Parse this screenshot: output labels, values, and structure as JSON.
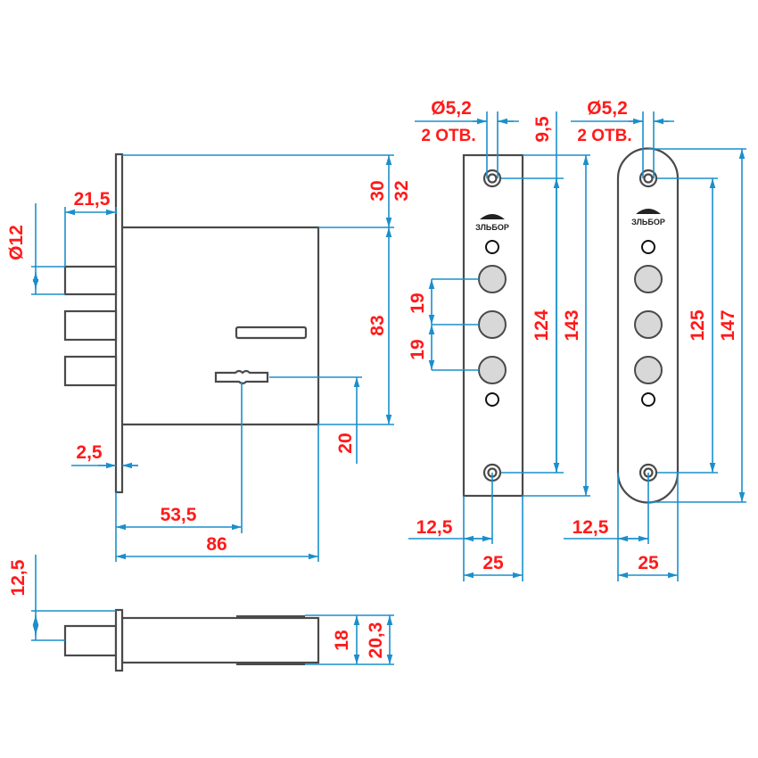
{
  "drawing": {
    "colors": {
      "outline": "#4a4a4a",
      "dimension_line": "#1b8fcc",
      "dimension_text": "#ff1a1a"
    },
    "lock_front": {
      "dim_bolt_diameter": "Ø12",
      "dim_bolt_projection": "21,5",
      "dim_top_30": "30",
      "dim_top_32": "32",
      "dim_body_83": "83",
      "dim_keyhole_20": "20",
      "dim_faceplate_thickness": "2,5",
      "dim_backset": "53,5",
      "dim_depth": "86"
    },
    "lock_side": {
      "dim_bolt_offset": "12,5",
      "dim_body_18": "18",
      "dim_body_20_3": "20,3"
    },
    "strike_plate_flat": {
      "hole_diameter": "Ø5,2",
      "hole_count": "2 ОТВ.",
      "dim_hole_offset": "9,5",
      "dim_bolt_spacing_1": "19",
      "dim_bolt_spacing_2": "19",
      "dim_hole_spacing": "124",
      "dim_length": "143",
      "dim_half_width": "12,5",
      "dim_width": "25",
      "logo": "ЗЛЬБОР"
    },
    "strike_plate_rounded": {
      "hole_diameter": "Ø5,2",
      "hole_count": "2 ОТВ.",
      "dim_hole_spacing": "125",
      "dim_length": "147",
      "dim_half_width": "12,5",
      "dim_width": "25",
      "logo": "ЗЛЬБОР"
    }
  }
}
